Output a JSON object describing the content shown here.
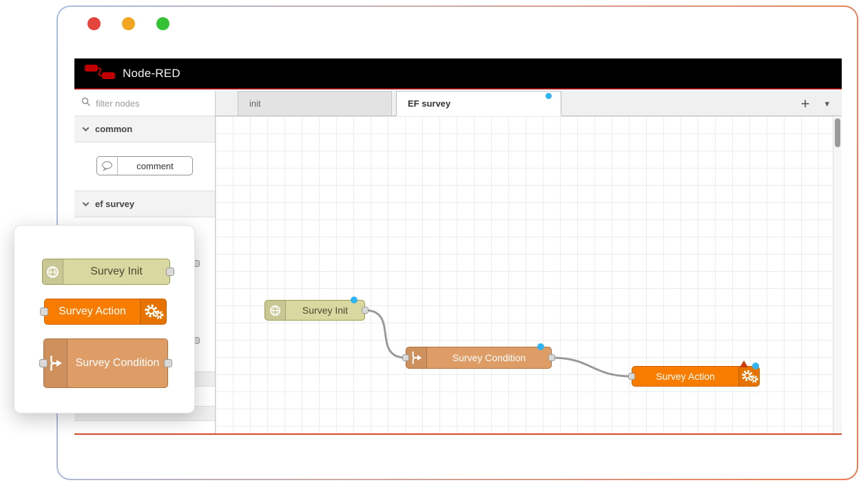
{
  "window": {
    "traffic_lights": [
      {
        "name": "close",
        "color": "#e5443c"
      },
      {
        "name": "minimize",
        "color": "#f4a51f"
      },
      {
        "name": "zoom",
        "color": "#35c335"
      }
    ]
  },
  "header": {
    "app_title": "Node-RED"
  },
  "palette": {
    "filter_placeholder": "filter nodes",
    "categories": [
      {
        "label": "common"
      },
      {
        "label": "ef survey"
      }
    ],
    "comment_label": "comment",
    "popup_nodes": [
      {
        "label": "Survey Init",
        "color": "#d9d8a0"
      },
      {
        "label": "Survey Action",
        "color": "#f87c00"
      },
      {
        "label": "Survey Condition",
        "color": "#de9c66"
      }
    ]
  },
  "tabs": {
    "items": [
      {
        "label": "init",
        "active": false,
        "modified": false
      },
      {
        "label": "EF survey",
        "active": true,
        "modified": true
      }
    ],
    "add_label": "+",
    "menu_label": "▾"
  },
  "canvas": {
    "nodes": [
      {
        "label": "Survey Init",
        "color": "#d9d8a0",
        "modified": true,
        "error": false
      },
      {
        "label": "Survey Condition",
        "color": "#de9c66",
        "modified": true,
        "error": false
      },
      {
        "label": "Survey Action",
        "color": "#f87c00",
        "modified": true,
        "error": true
      }
    ],
    "wires": [
      {
        "from": "Survey Init",
        "to": "Survey Condition"
      },
      {
        "from": "Survey Condition",
        "to": "Survey Action"
      }
    ]
  },
  "icons": {
    "search": "magnifier",
    "chevron": "chevron-down",
    "comment": "speech-bubble",
    "init": "globe",
    "condition": "fork-merge-arrow",
    "action": "gears",
    "add": "+",
    "menu": "▾"
  },
  "colors": {
    "header_bg": "#000000",
    "header_accent": "#910000",
    "modified_dot": "#2fb4f4",
    "error_triangle": "#cf3b0e",
    "wire": "#999999",
    "grid": "#ececec",
    "bottom_divider": "#d2492a"
  }
}
